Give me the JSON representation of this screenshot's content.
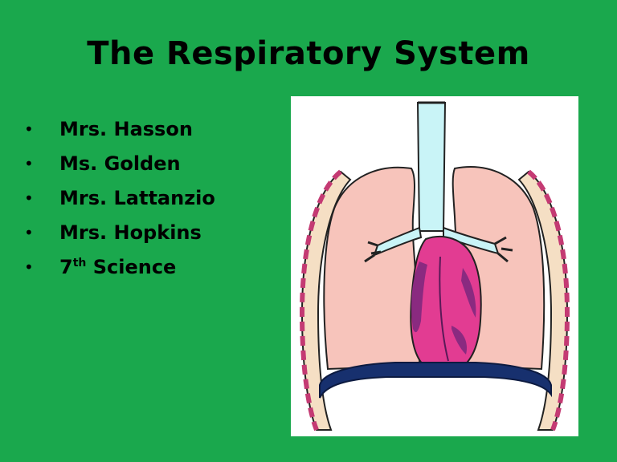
{
  "slide": {
    "title": "The Respiratory System",
    "bullets": [
      {
        "text": "Mrs. Hasson"
      },
      {
        "text": "Ms. Golden"
      },
      {
        "text": "Mrs. Lattanzio"
      },
      {
        "text": "Mrs. Hopkins"
      },
      {
        "prefix": "7",
        "superscript": "th",
        "suffix": " Science"
      }
    ],
    "bullet_glyph": "•"
  },
  "colors": {
    "background": "#1aa84d",
    "text": "#000000",
    "lung": "#f7c4bb",
    "heart": "#e23c92",
    "heart_shade": "#8a2a80",
    "trachea": "#c9f4f7",
    "diaphragm": "#17306e",
    "rib_outer": "#c43a73",
    "rib_inner": "#f5dfc4"
  },
  "illustration": {
    "subject": "lungs-heart-diagram"
  }
}
